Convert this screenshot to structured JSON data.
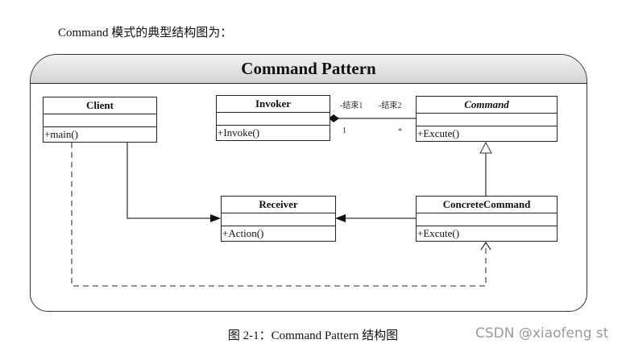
{
  "intro": "Command 模式的典型结构图为：",
  "diagram": {
    "title": "Command Pattern",
    "classes": {
      "client": {
        "name": "Client",
        "op": "+main()"
      },
      "invoker": {
        "name": "Invoker",
        "op": "+Invoke()"
      },
      "command": {
        "name": "Command",
        "op": "+Excute()"
      },
      "receiver": {
        "name": "Receiver",
        "op": "+Action()"
      },
      "concrete": {
        "name": "ConcreteCommand",
        "op": "+Excute()"
      }
    },
    "association": {
      "end1": "-结束1",
      "end2": "-结束2",
      "mult1": "1",
      "mult2": "*"
    }
  },
  "caption": "图 2-1：Command Pattern 结构图",
  "watermark": "CSDN @xiaofeng st"
}
